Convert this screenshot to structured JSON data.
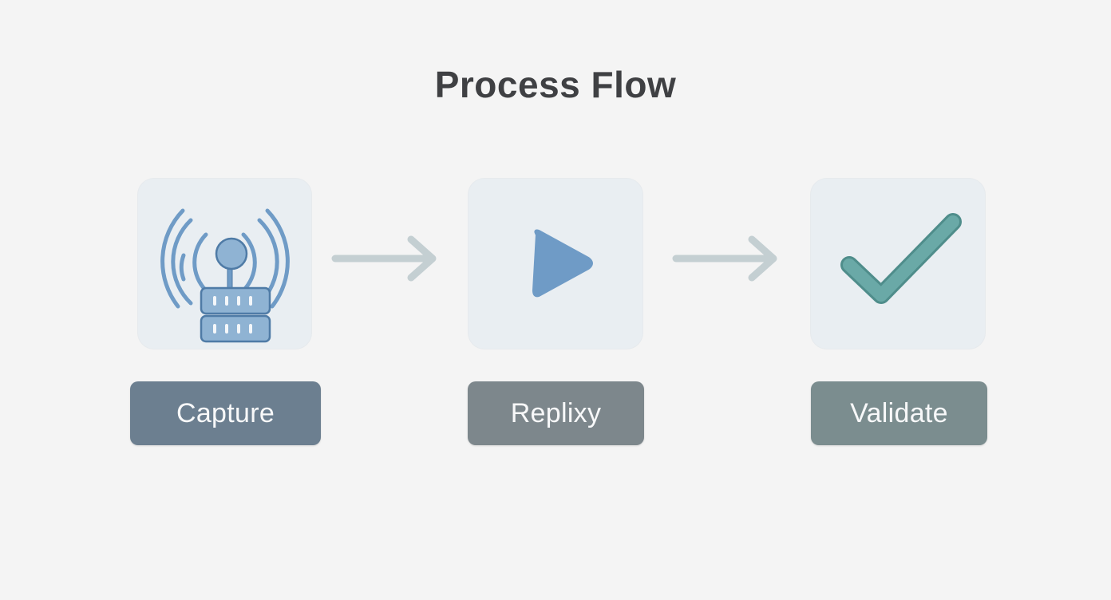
{
  "title": "Process Flow",
  "steps": [
    {
      "label": "Capture",
      "icon": "antenna-server-icon"
    },
    {
      "label": "Replіxy",
      "icon": "play-icon"
    },
    {
      "label": "Validate",
      "icon": "checkmark-icon"
    }
  ],
  "connectors": [
    "arrow-right-icon",
    "arrow-right-icon"
  ],
  "colors": {
    "background": "#f4f4f4",
    "tile": "#e9eef2",
    "icon_blue": "#6f9bc6",
    "icon_teal": "#6aa9a7",
    "arrow": "#c4cfd2",
    "label_capture": "#6c7f90",
    "label_replay": "#7d878c",
    "label_validate": "#7b8d8f"
  }
}
